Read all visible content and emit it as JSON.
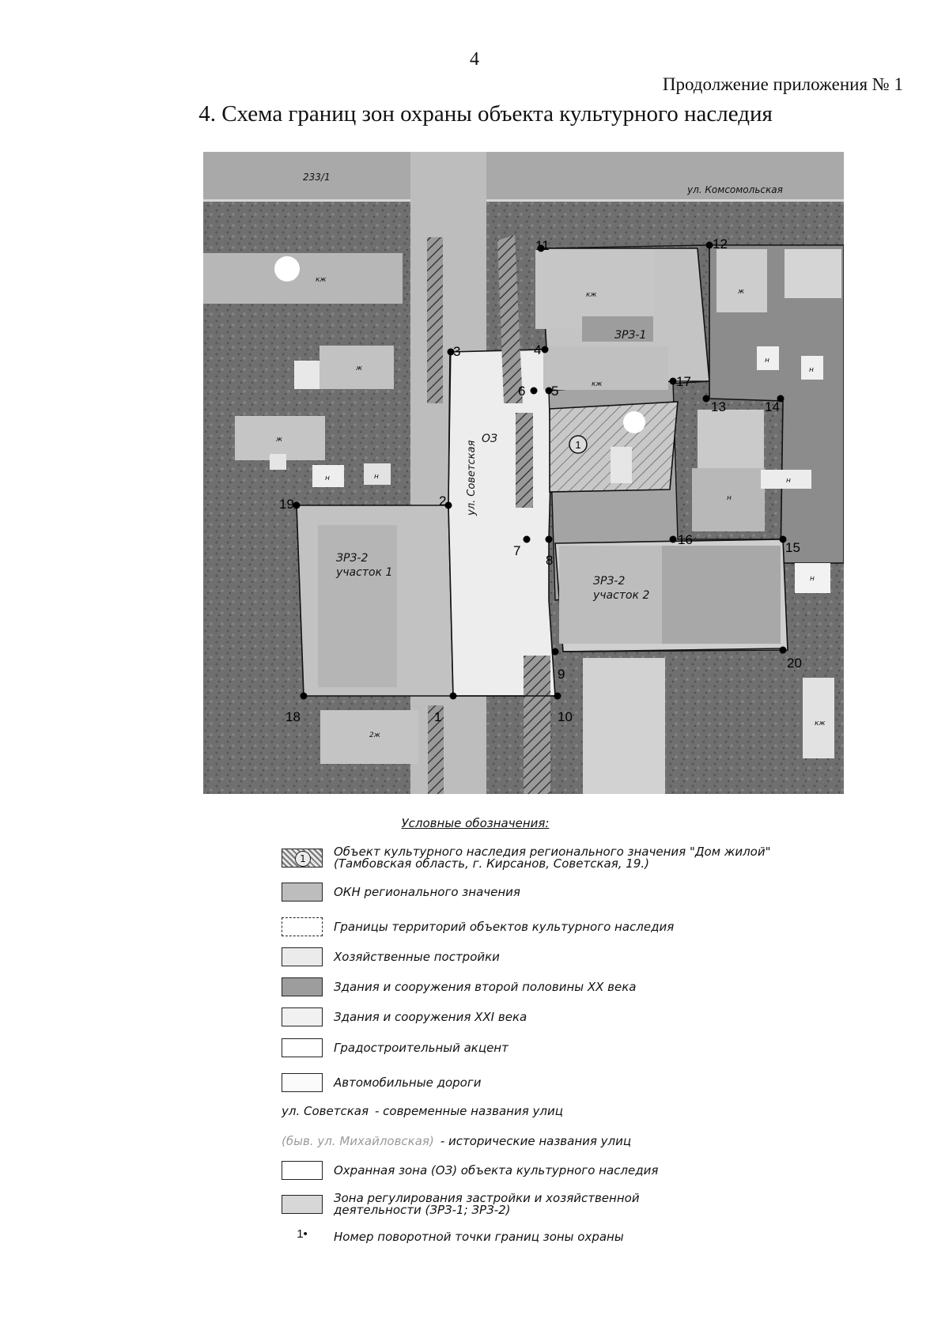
{
  "header": {
    "page_number": "4",
    "appendix": "Продолжение приложения № 1",
    "title": "4. Схема границ зон охраны объекта культурного наследия"
  },
  "map": {
    "street_labels": {
      "top_left_fragment": "233/1",
      "top_right_street": "ул. Комсомольская",
      "vertical_street": "ул. Советская"
    },
    "zone_labels": {
      "oz": "ОЗ",
      "zrz1": "ЗРЗ-1",
      "zrz2_part1_line1": "ЗРЗ-2",
      "zrz2_part1_line2": "участок 1",
      "zrz2_part2_line1": "ЗРЗ-2",
      "zrz2_part2_line2": "участок 2",
      "object_number": "1"
    },
    "building_labels": {
      "kzh_a": "кж",
      "kzh_b": "кж",
      "kzh_c": "кж",
      "kzh_d": "кж",
      "zh_a": "ж",
      "zh_b": "ж",
      "zh_c": "ж",
      "n_a": "н",
      "n_b": "н",
      "n_c": "н",
      "n_d": "н",
      "n_e": "н",
      "n_f": "н",
      "n_g": "н",
      "two_zh": "2ж"
    },
    "points": [
      {
        "id": "p1",
        "label": "1"
      },
      {
        "id": "p2",
        "label": "2"
      },
      {
        "id": "p3",
        "label": "3"
      },
      {
        "id": "p4",
        "label": "4"
      },
      {
        "id": "p5",
        "label": "5"
      },
      {
        "id": "p6",
        "label": "6"
      },
      {
        "id": "p7",
        "label": "7"
      },
      {
        "id": "p8",
        "label": "8"
      },
      {
        "id": "p9",
        "label": "9"
      },
      {
        "id": "p10",
        "label": "10"
      },
      {
        "id": "p11",
        "label": "11"
      },
      {
        "id": "p12",
        "label": "12"
      },
      {
        "id": "p13",
        "label": "13"
      },
      {
        "id": "p14",
        "label": "14"
      },
      {
        "id": "p15",
        "label": "15"
      },
      {
        "id": "p16",
        "label": "16"
      },
      {
        "id": "p17",
        "label": "17"
      },
      {
        "id": "p18",
        "label": "18"
      },
      {
        "id": "p19",
        "label": "19"
      },
      {
        "id": "p20",
        "label": "20"
      }
    ]
  },
  "legend": {
    "title": "Условные обозначения:",
    "items": [
      {
        "swatch": "hatch",
        "symbol": "1",
        "text": "Объект культурного наследия регионального значения \"Дом жилой\" (Тамбовская область, г. Кирсанов, Советская, 19.)"
      },
      {
        "swatch": "okn",
        "text": "ОКН регионального значения"
      },
      {
        "swatch": "dashed",
        "text": "Границы территорий объектов культурного наследия"
      },
      {
        "swatch": "farm",
        "text": "Хозяйственные постройки"
      },
      {
        "swatch": "xx",
        "text": "Здания и сооружения второй половины ХХ века"
      },
      {
        "swatch": "xxi",
        "text": "Здания и сооружения XXI века"
      },
      {
        "swatch": "accent",
        "text": "Градостроительный акцент"
      },
      {
        "swatch": "road",
        "text": "Автомобильные дороги"
      },
      {
        "swatch": "street_now",
        "lead": "ул. Советская",
        "text": "- современные названия улиц"
      },
      {
        "swatch": "street_hist",
        "lead": "(быв. ул. Михайловская)",
        "text": "- исторические названия улиц"
      },
      {
        "swatch": "oz",
        "text": "Охранная зона (ОЗ) объекта культурного наследия"
      },
      {
        "swatch": "zrz",
        "text": "Зона регулирования застройки и хозяйственной деятельности (ЗРЗ-1; ЗРЗ-2)"
      },
      {
        "swatch": "point",
        "symbol": "1•",
        "text": "Номер поворотной точки границ зоны охраны"
      }
    ]
  }
}
